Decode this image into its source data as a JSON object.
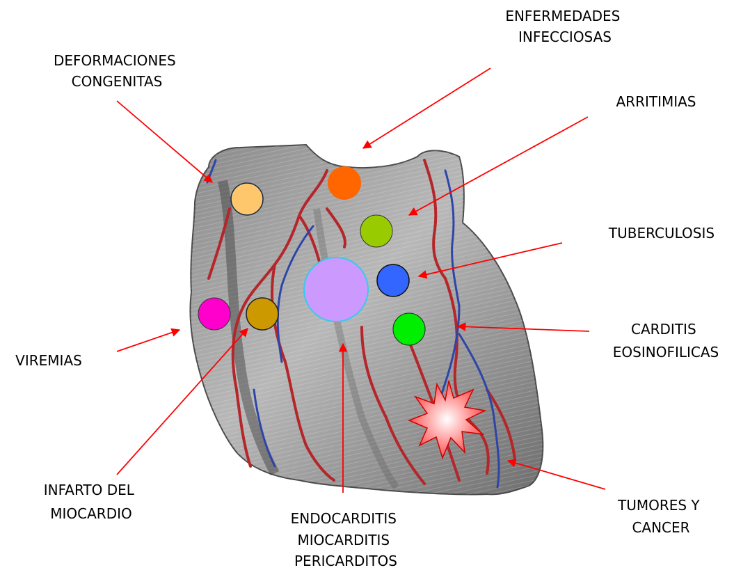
{
  "labels": {
    "deformaciones": [
      "DEFORMACIONES",
      "CONGENITAS"
    ],
    "enfermedades": [
      "ENFERMEDADES",
      "INFECCIOSAS"
    ],
    "arritimias": [
      "ARRITIMIAS"
    ],
    "tuberculosis": [
      "TUBERCULOSIS"
    ],
    "carditis": [
      "CARDITIS",
      "EOSINOFILICAS"
    ],
    "viremias": [
      "VIREMIAS"
    ],
    "infarto": [
      "INFARTO DEL",
      "MIOCARDIO"
    ],
    "endocarditis": [
      "ENDOCARDITIS",
      "MIOCARDITIS",
      "PERICARDITOS"
    ],
    "tumores": [
      "TUMORES Y",
      "CANCER"
    ]
  },
  "markers": {
    "deformaciones": "#ffc76b",
    "enfermedades": "#ff6600",
    "arritimias": "#99cc00",
    "tuberculosis": "#3366ff",
    "endocarditis": "#cc99ff",
    "viremias": "#ff00cc",
    "infarto": "#cc9900",
    "carditis": "#00ee00",
    "tumores": "#ff5050"
  },
  "arrow_color": "#ff0000"
}
